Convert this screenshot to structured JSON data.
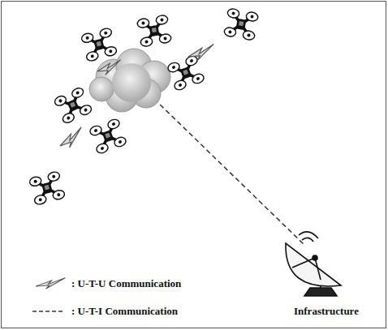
{
  "diagram": {
    "labels": [
      "Infrastructure"
    ],
    "legend": [
      {
        "text": ": U-T-U Communication"
      },
      {
        "text": ": U-T-I Communication"
      }
    ]
  }
}
